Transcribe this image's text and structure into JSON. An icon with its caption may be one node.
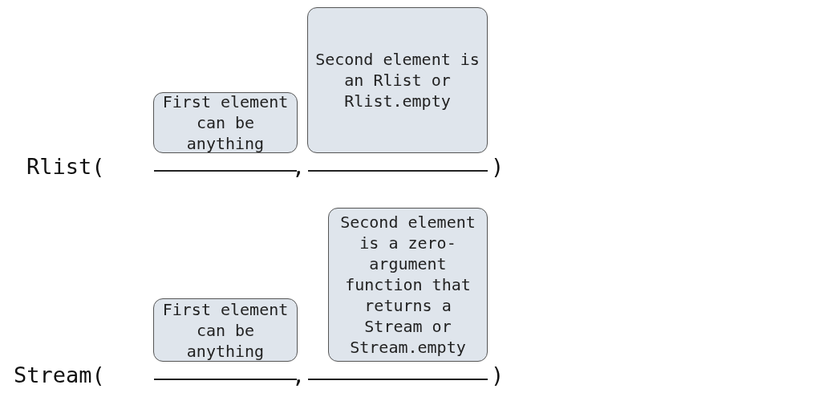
{
  "diagram": {
    "nodes": [
      {
        "text": [
          "First element can be anything"
        ]
      },
      {
        "text": [
          "Second element is an Rlist or Rlist.empty"
        ]
      },
      {
        "text": [
          "First element can be anything"
        ]
      },
      {
        "text": [
          "Second element is a zero-argument function that returns a Stream or Stream.empty"
        ]
      }
    ],
    "edges": [],
    "labels": [
      "Rlist(",
      ",",
      ")",
      "Stream(",
      ",",
      ")"
    ]
  }
}
